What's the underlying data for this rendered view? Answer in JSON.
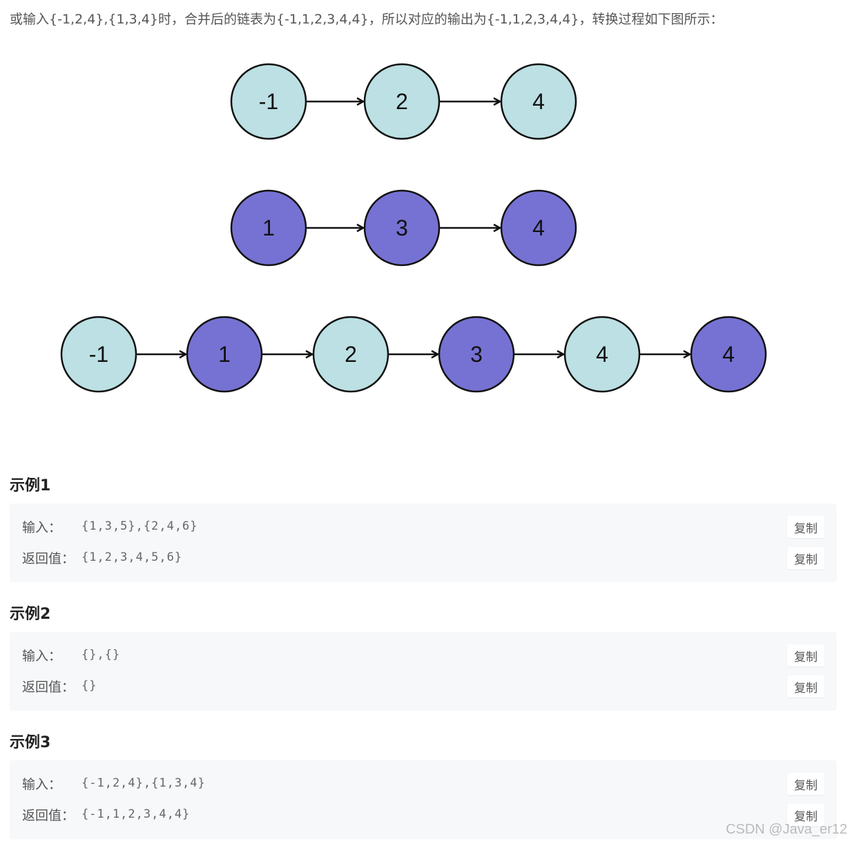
{
  "intro_text": "或输入{-1,2,4},{1,3,4}时，合并后的链表为{-1,1,2,3,4,4}，所以对应的输出为{-1,1,2,3,4,4}，转换过程如下图所示：",
  "diagram": {
    "colors": {
      "list_a": "#bce0e3",
      "list_b": "#7672d3",
      "stroke": "#111111"
    },
    "list_a": [
      "-1",
      "2",
      "4"
    ],
    "list_b": [
      "1",
      "3",
      "4"
    ],
    "merged": [
      {
        "value": "-1",
        "source": "list_a"
      },
      {
        "value": "1",
        "source": "list_b"
      },
      {
        "value": "2",
        "source": "list_a"
      },
      {
        "value": "3",
        "source": "list_b"
      },
      {
        "value": "4",
        "source": "list_a"
      },
      {
        "value": "4",
        "source": "list_b"
      }
    ]
  },
  "examples": [
    {
      "title": "示例1",
      "input_label": "输入：",
      "input_value": "{1,3,5},{2,4,6}",
      "output_label": "返回值：",
      "output_value": "{1,2,3,4,5,6}",
      "copy_label": "复制"
    },
    {
      "title": "示例2",
      "input_label": "输入：",
      "input_value": "{},{}",
      "output_label": "返回值：",
      "output_value": "{}",
      "copy_label": "复制"
    },
    {
      "title": "示例3",
      "input_label": "输入：",
      "input_value": "{-1,2,4},{1,3,4}",
      "output_label": "返回值：",
      "output_value": "{-1,1,2,3,4,4}",
      "copy_label": "复制"
    }
  ],
  "watermark": "CSDN @Java_er12"
}
